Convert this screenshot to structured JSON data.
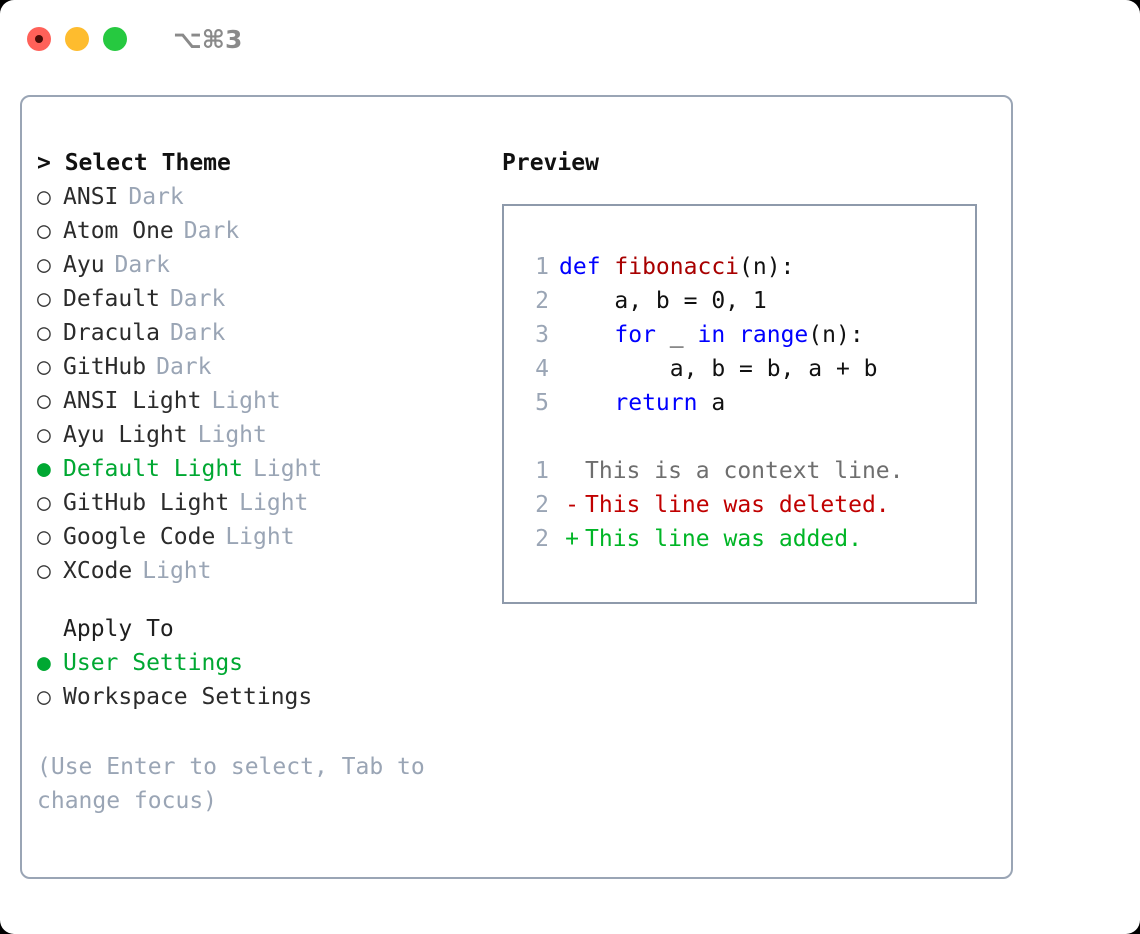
{
  "titlebar": {
    "lights": [
      {
        "name": "close-button",
        "color": "#ff6159",
        "recording": true
      },
      {
        "name": "minimize-button",
        "color": "#febc2e",
        "recording": false
      },
      {
        "name": "maximize-button",
        "color": "#26c940",
        "recording": false
      }
    ],
    "shortcut": "⌥⌘3"
  },
  "colors": {
    "accent_green": "#00a832",
    "muted": "#9aa5b5",
    "border": "#9aa5b5",
    "keyword_blue": "#0000ff",
    "function_red": "#a80000",
    "diff_add": "#00b526",
    "diff_del": "#c00000",
    "diff_context": "#6e6e6e"
  },
  "theme_list": {
    "header": "> Select Theme",
    "items": [
      {
        "marker": "○",
        "label": "ANSI",
        "suffix": "Dark",
        "selected": false
      },
      {
        "marker": "○",
        "label": "Atom One",
        "suffix": "Dark",
        "selected": false
      },
      {
        "marker": "○",
        "label": "Ayu",
        "suffix": "Dark",
        "selected": false
      },
      {
        "marker": "○",
        "label": "Default",
        "suffix": "Dark",
        "selected": false
      },
      {
        "marker": "○",
        "label": "Dracula",
        "suffix": "Dark",
        "selected": false
      },
      {
        "marker": "○",
        "label": "GitHub",
        "suffix": "Dark",
        "selected": false
      },
      {
        "marker": "○",
        "label": "ANSI Light",
        "suffix": "Light",
        "selected": false
      },
      {
        "marker": "○",
        "label": "Ayu Light",
        "suffix": "Light",
        "selected": false
      },
      {
        "marker": "●",
        "label": "Default Light",
        "suffix": "Light",
        "selected": true
      },
      {
        "marker": "○",
        "label": "GitHub Light",
        "suffix": "Light",
        "selected": false
      },
      {
        "marker": "○",
        "label": "Google Code",
        "suffix": "Light",
        "selected": false
      },
      {
        "marker": "○",
        "label": "XCode",
        "suffix": "Light",
        "selected": false
      }
    ]
  },
  "apply_to": {
    "header": "Apply To",
    "items": [
      {
        "marker": "●",
        "label": "User Settings",
        "selected": true
      },
      {
        "marker": "○",
        "label": "Workspace Settings",
        "selected": false
      }
    ]
  },
  "hint": "(Use Enter to select, Tab to change focus)",
  "preview": {
    "title": "Preview",
    "code_lines": [
      {
        "num": "1",
        "tokens": [
          {
            "t": "def ",
            "c": "kw"
          },
          {
            "t": "fibonacci",
            "c": "fn"
          },
          {
            "t": "(n):",
            "c": "plain"
          }
        ]
      },
      {
        "num": "2",
        "tokens": [
          {
            "t": "    a, b = 0, 1",
            "c": "plain"
          }
        ]
      },
      {
        "num": "3",
        "tokens": [
          {
            "t": "    ",
            "c": "plain"
          },
          {
            "t": "for",
            "c": "kw"
          },
          {
            "t": " _ ",
            "c": "plain"
          },
          {
            "t": "in",
            "c": "kw"
          },
          {
            "t": " ",
            "c": "plain"
          },
          {
            "t": "range",
            "c": "kw"
          },
          {
            "t": "(n):",
            "c": "plain"
          }
        ]
      },
      {
        "num": "4",
        "tokens": [
          {
            "t": "        a, b = b, a + b",
            "c": "plain"
          }
        ]
      },
      {
        "num": "5",
        "tokens": [
          {
            "t": "    ",
            "c": "plain"
          },
          {
            "t": "return",
            "c": "kw"
          },
          {
            "t": " a",
            "c": "plain"
          }
        ]
      }
    ],
    "diff_lines": [
      {
        "num": "1",
        "sign": " ",
        "text": "This is a context line.",
        "kind": "context"
      },
      {
        "num": "2",
        "sign": "-",
        "text": "This line was deleted.",
        "kind": "del"
      },
      {
        "num": "2",
        "sign": "+",
        "text": "This line was added.",
        "kind": "add"
      }
    ]
  }
}
